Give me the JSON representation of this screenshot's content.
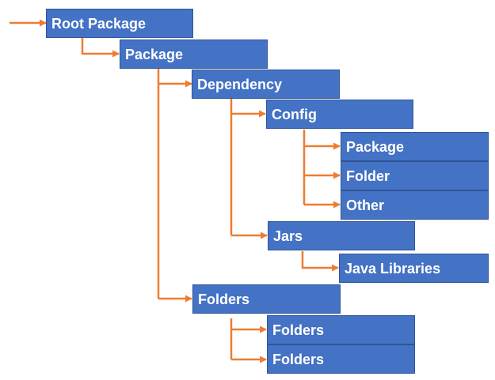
{
  "colors": {
    "node_fill": "#4472c4",
    "node_border": "#2f5597",
    "node_text": "#ffffff",
    "connector": "#ed7d31"
  },
  "nodes": {
    "root": "Root Package",
    "package": "Package",
    "dependency": "Dependency",
    "config": "Config",
    "config_package": "Package",
    "config_folder": "Folder",
    "config_other": "Other",
    "jars": "Jars",
    "java_libraries": "Java Libraries",
    "folders": "Folders",
    "folders_child_1": "Folders",
    "folders_child_2": "Folders"
  }
}
